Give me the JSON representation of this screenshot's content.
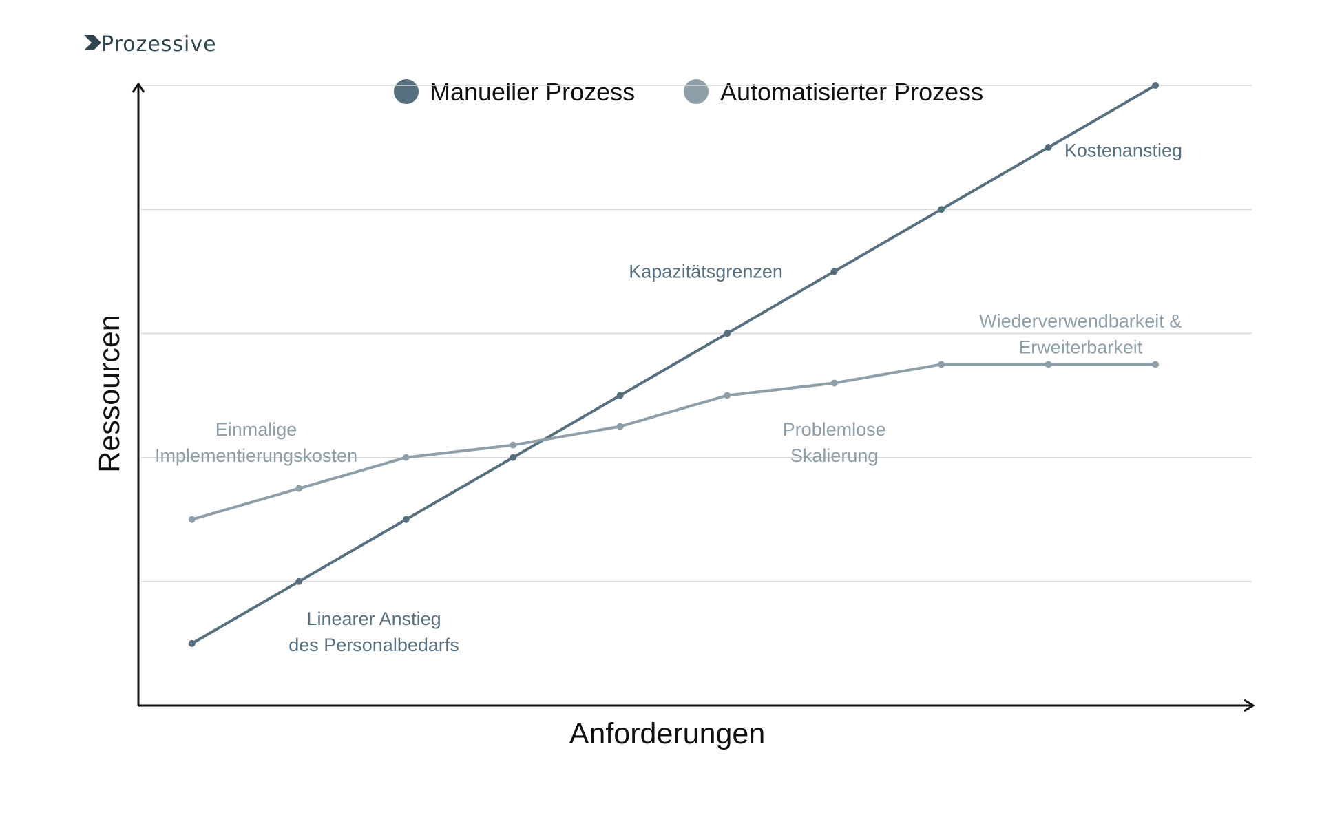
{
  "brand": {
    "name": "Prozessive",
    "color": "#2f4550"
  },
  "chart_data": {
    "type": "line",
    "title": "",
    "xlabel": "Anforderungen",
    "ylabel": "Ressourcen",
    "x": [
      1,
      2,
      3,
      4,
      5,
      6,
      7,
      8,
      9,
      10
    ],
    "xlim": [
      0.5,
      10.9
    ],
    "ylim": [
      0,
      10
    ],
    "grid": true,
    "legend_position": "top-center",
    "series": [
      {
        "name": "Manueller Prozess",
        "color": "#56707f",
        "values": [
          1,
          2,
          3,
          4,
          5,
          6,
          7,
          8,
          9,
          10
        ]
      },
      {
        "name": "Automatisierter Prozess",
        "color": "#8e9fa9",
        "values": [
          3,
          3.5,
          4,
          4.2,
          4.5,
          5,
          5.2,
          5.5,
          5.5,
          5.5
        ]
      }
    ],
    "annotations": [
      {
        "lines": [
          "Kostenanstieg"
        ],
        "x": 9.7,
        "y": 8.85,
        "series": 0
      },
      {
        "lines": [
          "Kapazitätsgrenzen"
        ],
        "x": 5.8,
        "y": 6.9,
        "series": 0
      },
      {
        "lines": [
          "Linearer Anstieg",
          "des Personalbedarfs"
        ],
        "x": 2.7,
        "y": 1.3,
        "series": 0
      },
      {
        "lines": [
          "Wiederverwendbarkeit &",
          "Erweiterbarkeit"
        ],
        "x": 9.3,
        "y": 6.1,
        "series": 1
      },
      {
        "lines": [
          "Problemlose",
          "Skalierung"
        ],
        "x": 7.0,
        "y": 4.35,
        "series": 1
      },
      {
        "lines": [
          "Einmalige",
          "Implementierungskosten"
        ],
        "x": 1.6,
        "y": 4.35,
        "series": 1
      }
    ]
  }
}
